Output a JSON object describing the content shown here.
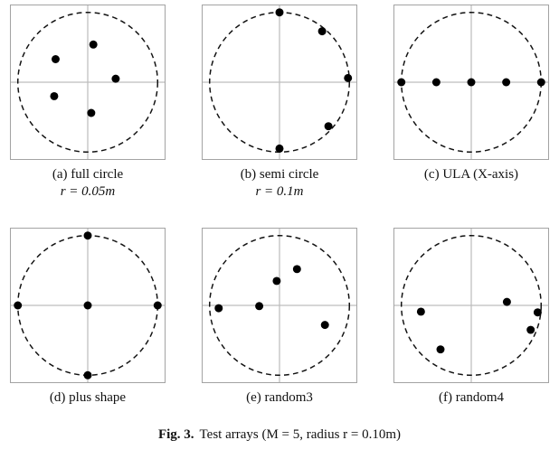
{
  "figure_caption": {
    "prefix": "Fig. 3.",
    "text": "Test arrays (M = 5, radius r = 0.10m)"
  },
  "style": {
    "dot_color": "#000000",
    "circle_color": "#111111",
    "axis_color": "#bdbdbd",
    "frame_color": "#a3a3a3"
  },
  "chart_data": [
    {
      "type": "scatter",
      "label": "(a) full circle",
      "sublabel": "r = 0.05m",
      "note": "coordinates normalized, dashed circle radius = 1",
      "xlim": [
        -1.1,
        1.1
      ],
      "ylim": [
        -1.1,
        1.1
      ],
      "dashed_circle_radius": 1,
      "points": [
        [
          -0.46,
          0.33
        ],
        [
          0.08,
          0.54
        ],
        [
          0.4,
          0.05
        ],
        [
          -0.48,
          -0.2
        ],
        [
          0.05,
          -0.44
        ]
      ]
    },
    {
      "type": "scatter",
      "label": "(b) semi circle",
      "sublabel": "r = 0.1m",
      "note": "coordinates normalized, dashed circle radius = 1",
      "xlim": [
        -1.1,
        1.1
      ],
      "ylim": [
        -1.1,
        1.1
      ],
      "dashed_circle_radius": 1,
      "points": [
        [
          0.0,
          1.0
        ],
        [
          0.61,
          0.73
        ],
        [
          0.98,
          0.06
        ],
        [
          0.7,
          -0.63
        ],
        [
          0.0,
          -0.95
        ]
      ]
    },
    {
      "type": "scatter",
      "label": "(c) ULA (X-axis)",
      "sublabel": "",
      "note": "coordinates normalized, dashed circle radius = 1",
      "xlim": [
        -1.1,
        1.1
      ],
      "ylim": [
        -1.1,
        1.1
      ],
      "dashed_circle_radius": 1,
      "points": [
        [
          -1.0,
          0.0
        ],
        [
          -0.5,
          0.0
        ],
        [
          0.0,
          0.0
        ],
        [
          0.5,
          0.0
        ],
        [
          1.0,
          0.0
        ]
      ]
    },
    {
      "type": "scatter",
      "label": "(d) plus shape",
      "sublabel": "",
      "note": "coordinates normalized, dashed circle radius = 1",
      "xlim": [
        -1.1,
        1.1
      ],
      "ylim": [
        -1.1,
        1.1
      ],
      "dashed_circle_radius": 1,
      "points": [
        [
          0.0,
          1.0
        ],
        [
          -1.0,
          0.0
        ],
        [
          0.0,
          0.0
        ],
        [
          1.0,
          0.0
        ],
        [
          0.0,
          -1.0
        ]
      ]
    },
    {
      "type": "scatter",
      "label": "(e) random3",
      "sublabel": "",
      "note": "coordinates normalized, dashed circle radius = 1",
      "xlim": [
        -1.1,
        1.1
      ],
      "ylim": [
        -1.1,
        1.1
      ],
      "dashed_circle_radius": 1,
      "points": [
        [
          -0.87,
          -0.04
        ],
        [
          -0.29,
          -0.01
        ],
        [
          -0.04,
          0.35
        ],
        [
          0.25,
          0.52
        ],
        [
          0.65,
          -0.28
        ]
      ]
    },
    {
      "type": "scatter",
      "label": "(f) random4",
      "sublabel": "",
      "note": "coordinates normalized, dashed circle radius = 1",
      "xlim": [
        -1.1,
        1.1
      ],
      "ylim": [
        -1.1,
        1.1
      ],
      "dashed_circle_radius": 1,
      "points": [
        [
          -0.72,
          -0.09
        ],
        [
          0.51,
          0.05
        ],
        [
          0.95,
          -0.1
        ],
        [
          0.85,
          -0.35
        ],
        [
          -0.44,
          -0.63
        ]
      ]
    }
  ]
}
